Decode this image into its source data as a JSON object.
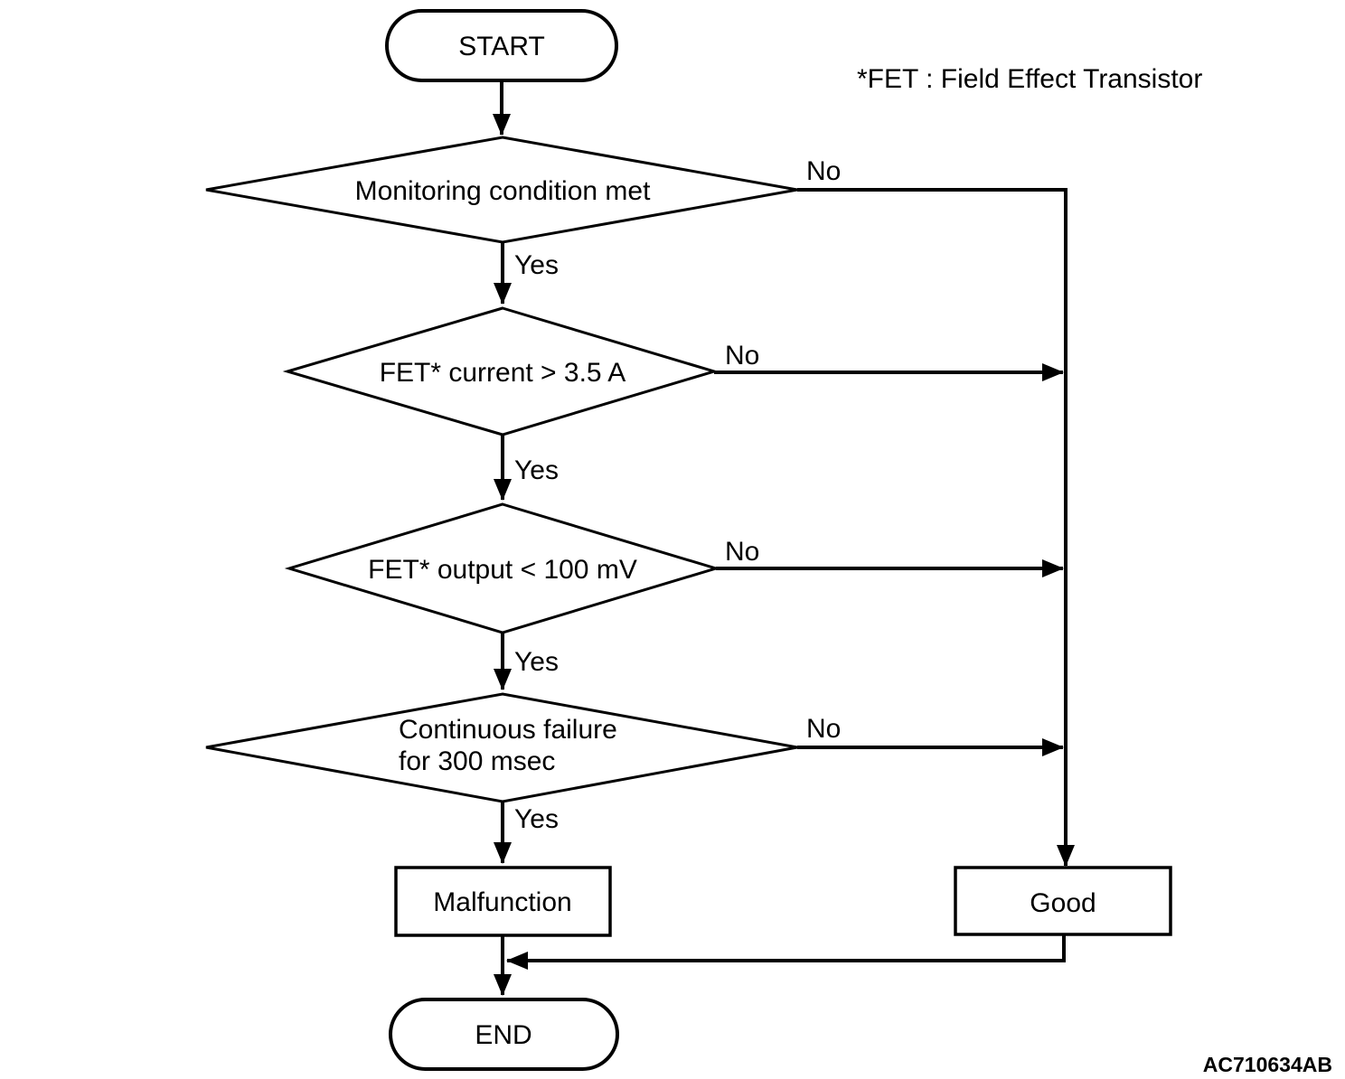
{
  "annotation": {
    "fet_note": "*FET : Field Effect Transistor",
    "figure_code": "AC710634AB"
  },
  "flowchart": {
    "nodes": {
      "start": {
        "type": "terminator",
        "label": "START"
      },
      "monitoring": {
        "type": "decision",
        "label": "Monitoring condition met"
      },
      "fet_current": {
        "type": "decision",
        "label": "FET* current > 3.5 A"
      },
      "fet_output": {
        "type": "decision",
        "label": "FET* output < 100 mV"
      },
      "continuous_failure": {
        "type": "decision",
        "label_line1": "Continuous failure",
        "label_line2": "for 300 msec"
      },
      "malfunction": {
        "type": "process",
        "label": "Malfunction"
      },
      "good": {
        "type": "process",
        "label": "Good"
      },
      "end": {
        "type": "terminator",
        "label": "END"
      }
    },
    "branch_labels": {
      "yes": "Yes",
      "no": "No"
    },
    "edges": [
      {
        "from": "start",
        "to": "monitoring"
      },
      {
        "from": "monitoring",
        "to": "fet_current",
        "label": "Yes"
      },
      {
        "from": "monitoring",
        "to": "good",
        "label": "No"
      },
      {
        "from": "fet_current",
        "to": "fet_output",
        "label": "Yes"
      },
      {
        "from": "fet_current",
        "to": "good",
        "label": "No"
      },
      {
        "from": "fet_output",
        "to": "continuous_failure",
        "label": "Yes"
      },
      {
        "from": "fet_output",
        "to": "good",
        "label": "No"
      },
      {
        "from": "continuous_failure",
        "to": "malfunction",
        "label": "Yes"
      },
      {
        "from": "continuous_failure",
        "to": "good",
        "label": "No"
      },
      {
        "from": "malfunction",
        "to": "end"
      },
      {
        "from": "good",
        "to": "end"
      }
    ],
    "colors": {
      "stroke": "#000000",
      "fill": "#ffffff",
      "text": "#000000",
      "background": "#ffffff"
    }
  }
}
